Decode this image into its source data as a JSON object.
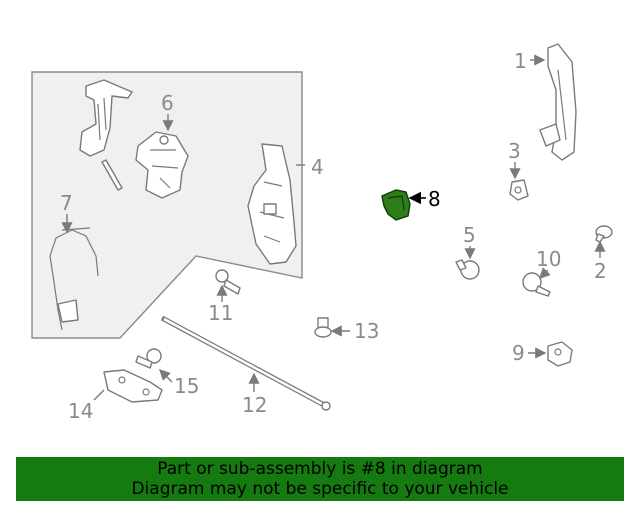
{
  "diagram": {
    "highlighted_part": "8",
    "callouts": {
      "c1": "1",
      "c2": "2",
      "c3": "3",
      "c4": "4",
      "c5": "5",
      "c6": "6",
      "c7": "7",
      "c8": "8",
      "c9": "9",
      "c10": "10",
      "c11": "11",
      "c12": "12",
      "c13": "13",
      "c14": "14",
      "c15": "15"
    },
    "colors": {
      "part_line": "#7a7a7a",
      "highlight_part": "#2e7d1a",
      "banner_bg": "#157a10"
    }
  },
  "banner": {
    "line1": "Part or sub-assembly is #8 in diagram",
    "line2": "Diagram may not be specific to your vehicle"
  }
}
